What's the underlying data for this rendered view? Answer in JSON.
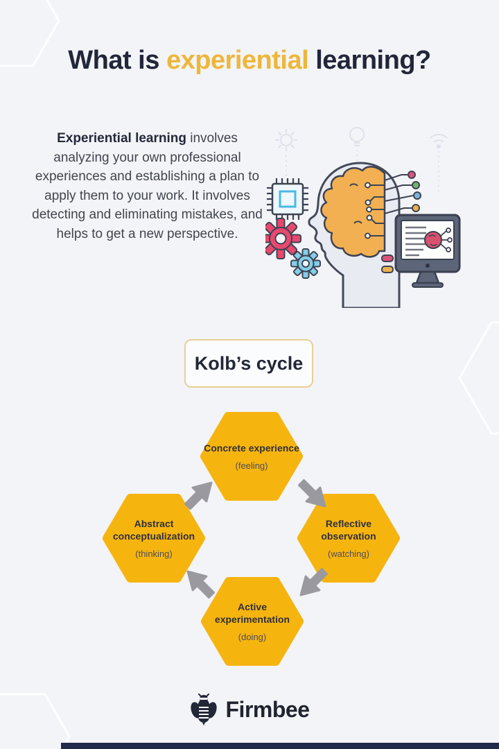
{
  "title": {
    "prefix": "What is",
    "highlight": "experiential",
    "suffix": "learning?"
  },
  "intro": {
    "lead": "Experiential learning",
    "body": "involves analyzing your own professional experiences and establishing a plan to apply them to your work. It involves detecting and eliminating mistakes, and helps to get a new perspective."
  },
  "kolb": {
    "label": "Kolb’s cycle"
  },
  "cycle": {
    "direction": "clockwise",
    "steps": [
      {
        "title": "Concrete experience",
        "subtitle": "(feeling)",
        "position": "top"
      },
      {
        "title": "Reflective observation",
        "subtitle": "(watching)",
        "position": "right"
      },
      {
        "title": "Active experimentation",
        "subtitle": "(doing)",
        "position": "bottom"
      },
      {
        "title": "Abstract conceptualization",
        "subtitle": "(thinking)",
        "position": "left"
      }
    ]
  },
  "footer": {
    "brand": "Firmbee"
  },
  "icons": {
    "illustration": [
      "head-brain-circuit-icon",
      "microchip-icon",
      "gear-pink-icon",
      "gear-blue-icon",
      "monitor-brain-icon",
      "gear-outline-icon",
      "lightbulb-outline-icon",
      "wifi-outline-icon"
    ],
    "logo": "bee-icon"
  },
  "colors": {
    "background": "#f3f4f7",
    "navy": "#21263a",
    "accent_yellow": "#eeb63a",
    "hexagon_yellow": "#f6b40f",
    "box_border": "#e9cf9a",
    "arrow_gray": "#9a999f",
    "bottom_bar": "#202a4a"
  }
}
